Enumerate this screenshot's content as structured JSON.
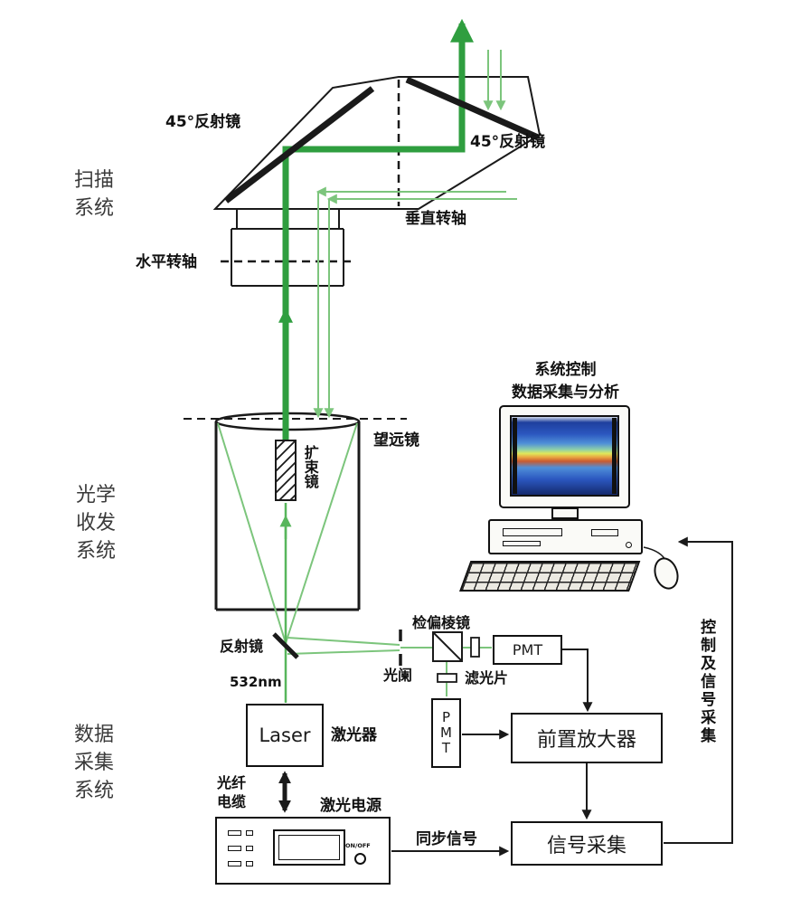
{
  "sections": {
    "scan": "扫描\n系统",
    "optics": "光学\n收发\n系统",
    "data": "数据\n采集\n系统"
  },
  "scanner": {
    "left_mirror": "45°反射镜",
    "right_mirror": "45°反射镜",
    "vertical_axis": "垂直转轴",
    "horizontal_axis": "水平转轴"
  },
  "optics": {
    "telescope": "望远镜",
    "beam_expander": "扩束镜",
    "mirror": "反射镜",
    "wavelength": "532nm",
    "aperture": "光阑",
    "analyzer_prism": "检偏棱镜",
    "filter": "滤光片"
  },
  "detectors": {
    "pmt_top": "PMT",
    "pmt_side": "P\nM\nT",
    "preamp": "前置放大器",
    "signal_acq": "信号采集",
    "sync_signal": "同步信号",
    "control_line": "控制及信号采集"
  },
  "laser": {
    "name": "Laser",
    "label": "激光器",
    "fiber_cable": "光纤\n电缆",
    "power_supply": "激光电源",
    "knob_label": "ON/OFF"
  },
  "computer": {
    "caption": "系统控制\n数据采集与分析"
  },
  "colors": {
    "beam_thick": "#2f9e3f",
    "beam_thin": "#7cc57c",
    "beam_laser": "#58b65c",
    "ink": "#1a1a1a"
  }
}
